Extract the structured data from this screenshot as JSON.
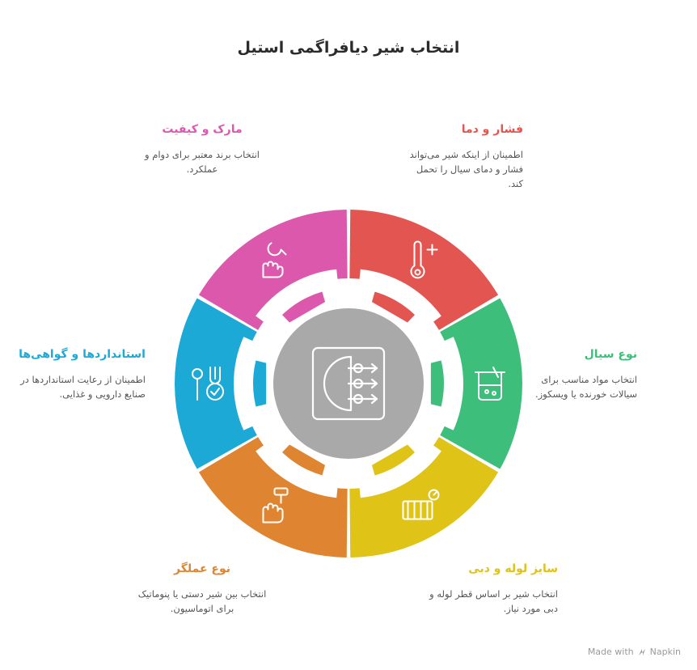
{
  "title": "انتخاب شیر دیافراگمی استیل",
  "segments": [
    {
      "id": "pressure",
      "title": "فشار و دما",
      "description": "اطمینان از اینکه شیر می‌تواند فشار و دمای سیال را تحمل کند.",
      "color": "#e25550",
      "icon": "thermometer-icon"
    },
    {
      "id": "fluid",
      "title": "نوع سیال",
      "description": "انتخاب مواد مناسب برای سیالات خورنده یا ویسکوز.",
      "color": "#3dbf7b",
      "icon": "beaker-icon"
    },
    {
      "id": "size",
      "title": "سایز لوله و دبی",
      "description": "انتخاب شیر بر اساس قطر لوله و دبی مورد نیاز.",
      "color": "#dfc317",
      "icon": "gauge-pipe-icon"
    },
    {
      "id": "operation",
      "title": "نوع عملگر",
      "description": "انتخاب بین شیر دستی یا پنوماتیک برای اتوماسیون.",
      "color": "#df8430",
      "icon": "hand-actuator-icon"
    },
    {
      "id": "standards",
      "title": "استانداردها و گواهی‌ها",
      "description": "اطمینان از رعایت استانداردها در صنایع دارویی و غذایی.",
      "color": "#1da9d6",
      "icon": "certified-tools-icon"
    },
    {
      "id": "brand",
      "title": "مارک و کیفیت",
      "description": "انتخاب برند معتبر برای دوام و عملکرد.",
      "color": "#db58ad",
      "icon": "wrench-hand-icon"
    }
  ],
  "center": {
    "icon": "diaphragm-valve-icon",
    "color": "#a9a9a9"
  },
  "footer": {
    "text": "Made with",
    "brand": "Napkin"
  }
}
